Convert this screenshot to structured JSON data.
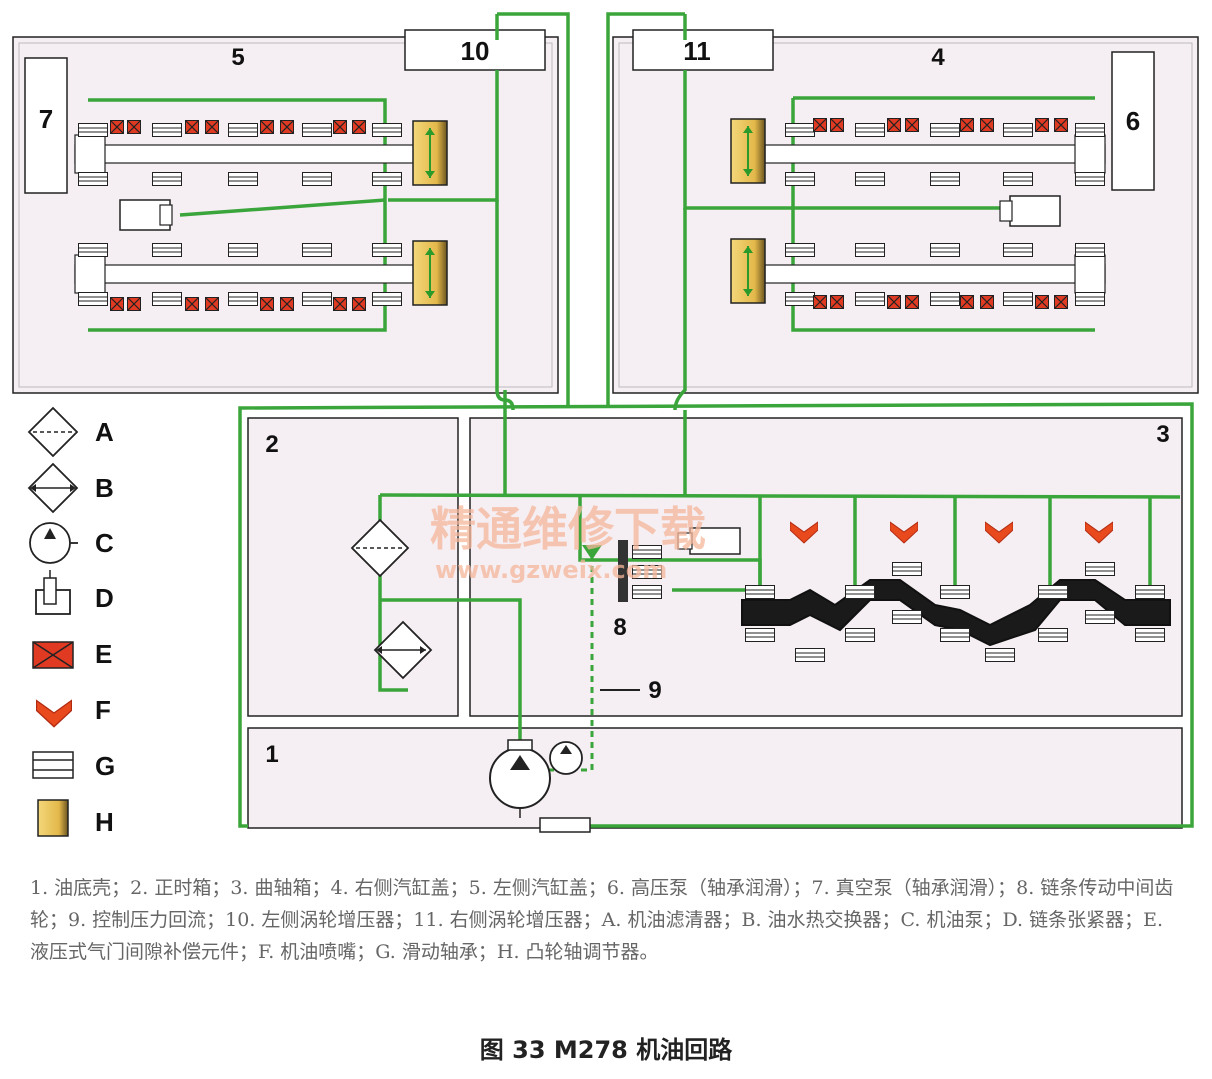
{
  "labels": {
    "sump": "1",
    "timing_case": "2",
    "crankcase": "3",
    "right_head": "4",
    "left_head": "5",
    "hp_pump": "6",
    "vacuum_pump": "7",
    "idler_gear": "8",
    "pressure_return": "9",
    "turbo_left": "10",
    "turbo_right": "11"
  },
  "legend": [
    {
      "key": "A",
      "icon": "oil-filter-icon"
    },
    {
      "key": "B",
      "icon": "heat-exchanger-icon"
    },
    {
      "key": "C",
      "icon": "oil-pump-icon"
    },
    {
      "key": "D",
      "icon": "chain-tensioner-icon"
    },
    {
      "key": "E",
      "icon": "hydraulic-lash-adjuster-icon"
    },
    {
      "key": "F",
      "icon": "oil-spray-nozzle-icon"
    },
    {
      "key": "G",
      "icon": "plain-bearing-icon"
    },
    {
      "key": "H",
      "icon": "camshaft-adjuster-icon"
    }
  ],
  "watermark": {
    "title": "精通维修下载",
    "url": "www.gzweix.com"
  },
  "caption": "1. 油底壳；2. 正时箱；3. 曲轴箱；4. 右侧汽缸盖；5. 左侧汽缸盖；6. 高压泵（轴承润滑）；7. 真空泵（轴承润滑）；8. 链条传动中间齿轮；9. 控制压力回流；10. 左侧涡轮增压器；11. 右侧涡轮增压器；A. 机油滤清器；B. 油水热交换器；C. 机油泵；D. 链条张紧器；E. 液压式气门间隙补偿元件；F. 机油喷嘴；G. 滑动轴承；H. 凸轮轴调节器。",
  "figure_title": "图 33 M278 机油回路",
  "colors": {
    "oil_line": "#3aa53a",
    "panel_fill": "#f5eef3",
    "lash_adjuster": "#e03a22",
    "nozzle": "#e84a1e",
    "adjuster": "#e8c84a",
    "crankshaft": "#1a1a1a"
  }
}
